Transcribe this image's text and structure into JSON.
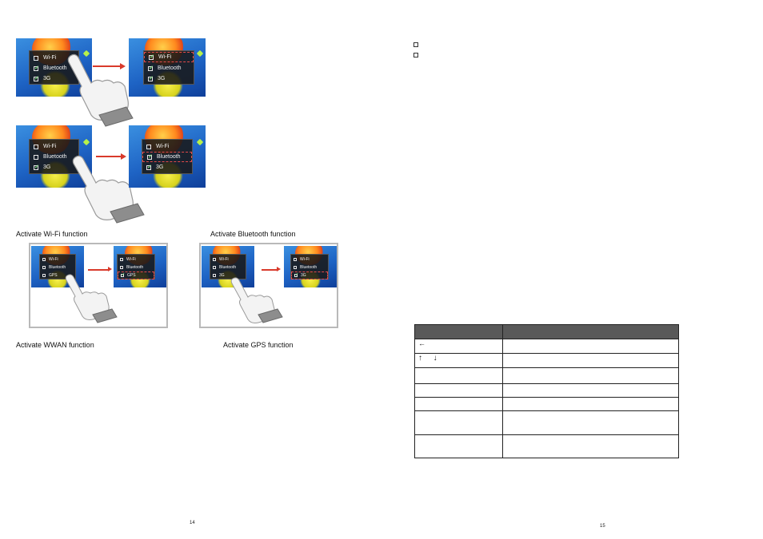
{
  "left_page": {
    "menu_items": [
      "Wi-Fi",
      "Bluetooth",
      "3G"
    ],
    "menu_items_gps": [
      "Wi-Fi",
      "Bluetooth",
      "GPS"
    ],
    "captions": {
      "wifi": "Activate Wi-Fi function",
      "bluetooth": "Activate Bluetooth function",
      "wwan": "Activate WWAN function",
      "gps": "Activate GPS function"
    },
    "page_number": "14"
  },
  "right_page": {
    "key_symbols": {
      "left_arrow": "←",
      "up_arrow": "↑",
      "down_arrow": "↓"
    },
    "page_number": "15"
  },
  "colors": {
    "arrow": "#d93a2b",
    "highlight": "#e24a4a",
    "table_header": "#595959",
    "desktop_blue": "#1e63c4"
  }
}
